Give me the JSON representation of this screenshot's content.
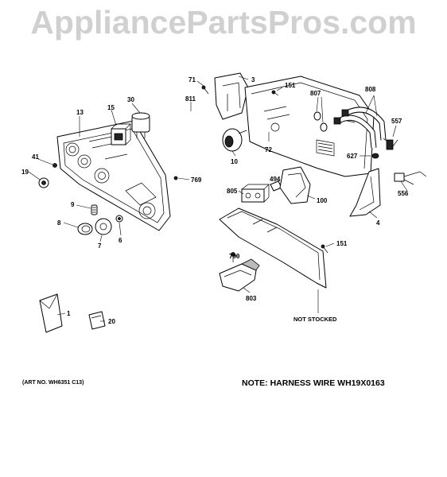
{
  "watermark": "AppliancePartsPros.com",
  "art_number": "(ART NO. WH6351 C13)",
  "note": "NOTE: HARNESS WIRE WH19X0163",
  "not_stocked": "NOT STOCKED",
  "callouts": {
    "c1": "1",
    "c3": "3",
    "c4": "4",
    "c6": "6",
    "c7": "7",
    "c8": "8",
    "c9": "9",
    "c10": "10",
    "c13": "13",
    "c15": "15",
    "c19": "19",
    "c20": "20",
    "c30": "30",
    "c41": "41",
    "c71": "71",
    "c72": "72",
    "c100": "100",
    "c151a": "151",
    "c151b": "151",
    "c494": "494",
    "c556": "556",
    "c557": "557",
    "c627": "627",
    "c769": "769",
    "c790": "790",
    "c803": "803",
    "c805": "805",
    "c807": "807",
    "c808": "808",
    "c811": "811"
  }
}
